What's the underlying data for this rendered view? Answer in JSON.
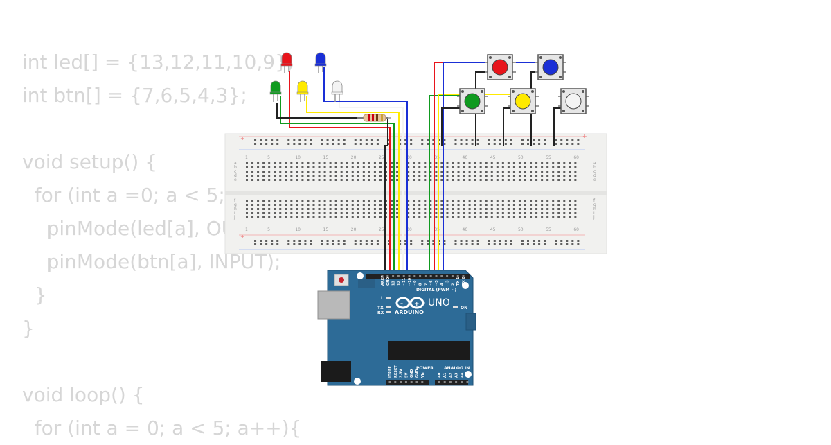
{
  "code_lines": [
    "int led[] = {13,12,11,10,9};",
    "int btn[] = {7,6,5,4,3};",
    "",
    "void setup() {",
    "  for (int a =0; a < 5; a++){",
    "    pinMode(led[a], OUTPUT);",
    "    pinMode(btn[a], INPUT);",
    "  }",
    "}",
    "",
    "void loop() {",
    "  for (int a = 0; a < 5; a++){"
  ],
  "breadboard": {
    "column_numbers": [
      "1",
      "5",
      "10",
      "15",
      "20",
      "25",
      "30",
      "35",
      "40",
      "45",
      "50",
      "55",
      "60"
    ],
    "row_letters_top": [
      "a",
      "b",
      "c",
      "d",
      "e"
    ],
    "row_letters_bottom": [
      "f",
      "g",
      "h",
      "i",
      "j"
    ]
  },
  "arduino": {
    "brand": "ARDUINO",
    "model": "UNO",
    "digital_label": "DIGITAL (PWM ~)",
    "on_label": "ON",
    "l_label": "L",
    "tx_label": "TX",
    "rx_label": "RX",
    "power_label": "POWER",
    "analog_label": "ANALOG IN",
    "digital_pins": [
      "AREF",
      "GND",
      "13",
      "12",
      "~11",
      "~10",
      "~9",
      "8",
      "7",
      "~6",
      "~5",
      "4",
      "~3",
      "2",
      "TX 1",
      "RX 0"
    ],
    "power_pins": [
      "IOREF",
      "RESET",
      "3.3V",
      "5V",
      "GND",
      "GND",
      "Vin"
    ],
    "analog_pins": [
      "A0",
      "A1",
      "A2",
      "A3",
      "A4",
      "A5"
    ]
  },
  "colors": {
    "red": "#e8141b",
    "blue": "#1a2fd6",
    "green": "#0f9a1f",
    "yellow": "#ffea00",
    "white": "#f4f4f4",
    "board": "#2d6b97",
    "breadboard": "#f1f1ef"
  }
}
